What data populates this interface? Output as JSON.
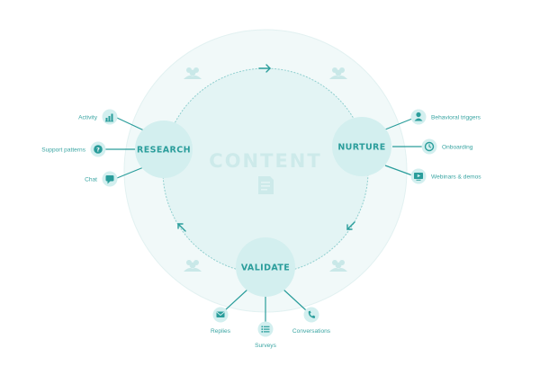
{
  "center": {
    "title": "CONTENT",
    "icon": "document-icon"
  },
  "stages": [
    {
      "id": "research",
      "label": "RESEARCH",
      "items": [
        {
          "label": "Activity",
          "icon": "bar-chart-icon"
        },
        {
          "label": "Support patterns",
          "icon": "question-icon"
        },
        {
          "label": "Chat",
          "icon": "chat-bubble-icon"
        }
      ]
    },
    {
      "id": "nurture",
      "label": "NURTURE",
      "items": [
        {
          "label": "Behavioral triggers",
          "icon": "person-icon"
        },
        {
          "label": "Onboarding",
          "icon": "clock-icon"
        },
        {
          "label": "Webinars & demos",
          "icon": "presentation-icon"
        }
      ]
    },
    {
      "id": "validate",
      "label": "VALIDATE",
      "items": [
        {
          "label": "Replies",
          "icon": "envelope-icon"
        },
        {
          "label": "Surveys",
          "icon": "list-icon"
        },
        {
          "label": "Conversations",
          "icon": "phone-icon"
        }
      ]
    }
  ],
  "colors": {
    "accent": "#2a9d9b",
    "text": "#3aa5a3",
    "node_fill": "#d3efef",
    "inner_fill": "#e3f4f4",
    "outer_fill": "#f1f9f9",
    "ring_stroke": "#8fcfcf",
    "watermark": "#c9e8e8"
  }
}
